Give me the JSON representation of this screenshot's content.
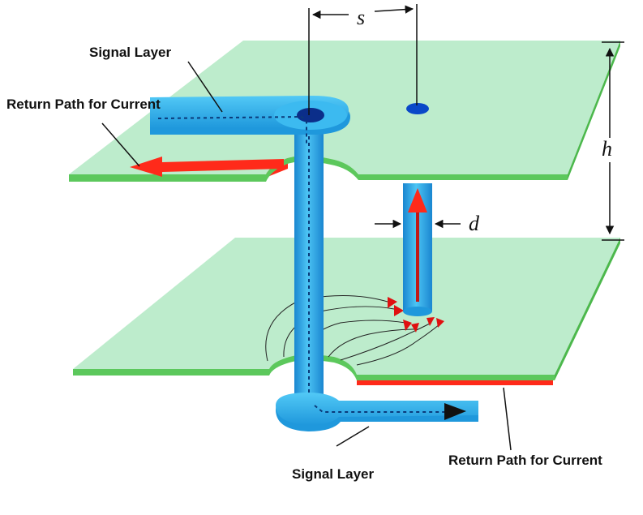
{
  "labels": {
    "signal_layer_top": "Signal Layer",
    "return_path_top": "Return Path for Current",
    "signal_layer_bottom": "Signal Layer",
    "return_path_bottom": "Return Path for Current"
  },
  "dimensions": {
    "spacing": "s",
    "height": "h",
    "diameter": "d"
  },
  "colors": {
    "plane_fill": "#bdeccc",
    "plane_edge": "#5cc85c",
    "trace": "#2aaae8",
    "trace_dark": "#1480c8",
    "return_current": "#ff2a1a",
    "via_pad_hole": "#0b2e8a",
    "ground_via": "#0a48c8",
    "field_arrow": "#e01010"
  }
}
